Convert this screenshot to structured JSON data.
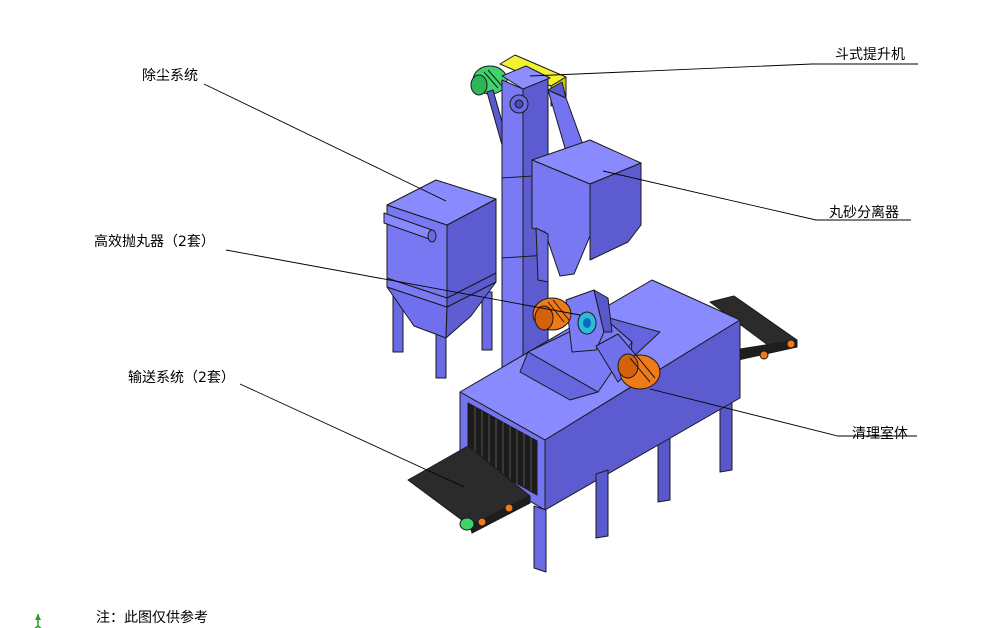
{
  "labels": {
    "bucket_elevator": "斗式提升机",
    "dust_system": "除尘系统",
    "separator": "丸砂分离器",
    "blaster": "高效抛丸器（2套）",
    "conveyor": "输送系统（2套）",
    "chamber": "清理室体"
  },
  "note": "注：此图仅供参考",
  "colors": {
    "machine_body": "#7272f0",
    "machine_dark": "#5656c8",
    "machine_light": "#8c8cff",
    "belt": "#2b2b2b",
    "motor_orange": "#f07a18",
    "motor_green": "#3fd36b",
    "guard_yellow": "#f2f230"
  }
}
